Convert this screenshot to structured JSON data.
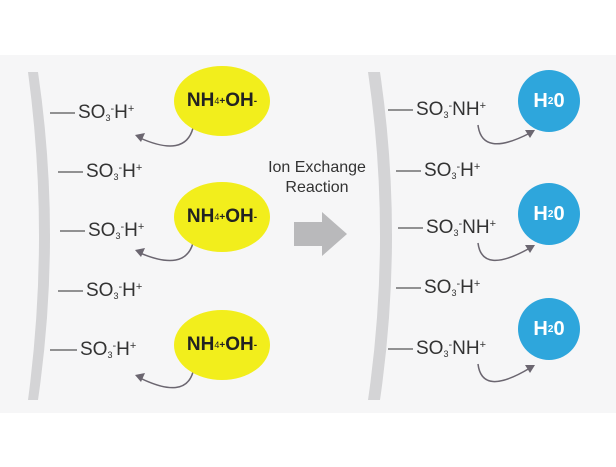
{
  "reaction": {
    "line1": "Ion Exchange",
    "line2": "Reaction"
  },
  "left_rows": [
    {
      "base": "SO",
      "sub": "3",
      "charge": "-",
      "cation": "H",
      "cation_charge": "+"
    },
    {
      "base": "SO",
      "sub": "3",
      "charge": "-",
      "cation": "H",
      "cation_charge": "+"
    },
    {
      "base": "SO",
      "sub": "3",
      "charge": "-",
      "cation": "H",
      "cation_charge": "+"
    },
    {
      "base": "SO",
      "sub": "3",
      "charge": "-",
      "cation": "H",
      "cation_charge": "+"
    },
    {
      "base": "SO",
      "sub": "3",
      "charge": "-",
      "cation": "H",
      "cation_charge": "+"
    }
  ],
  "right_rows": [
    {
      "base": "SO",
      "sub": "3",
      "charge": "-",
      "cation": "NH",
      "cation_charge": "+"
    },
    {
      "base": "SO",
      "sub": "3",
      "charge": "-",
      "cation": "H",
      "cation_charge": "+"
    },
    {
      "base": "SO",
      "sub": "3",
      "charge": "-",
      "cation": "NH",
      "cation_charge": "+"
    },
    {
      "base": "SO",
      "sub": "3",
      "charge": "-",
      "cation": "H",
      "cation_charge": "+"
    },
    {
      "base": "SO",
      "sub": "3",
      "charge": "-",
      "cation": "NH",
      "cation_charge": "+"
    }
  ],
  "reactant": {
    "a": "NH",
    "a_sub": "4",
    "a_sup": "+",
    "b": "OH",
    "b_sup": "-"
  },
  "product": {
    "a": "H",
    "a_sub": "2",
    "b": "0"
  },
  "colors": {
    "reactant": "#f2ee1c",
    "product": "#2ea6dc",
    "arrow": "#b9b9bb"
  }
}
